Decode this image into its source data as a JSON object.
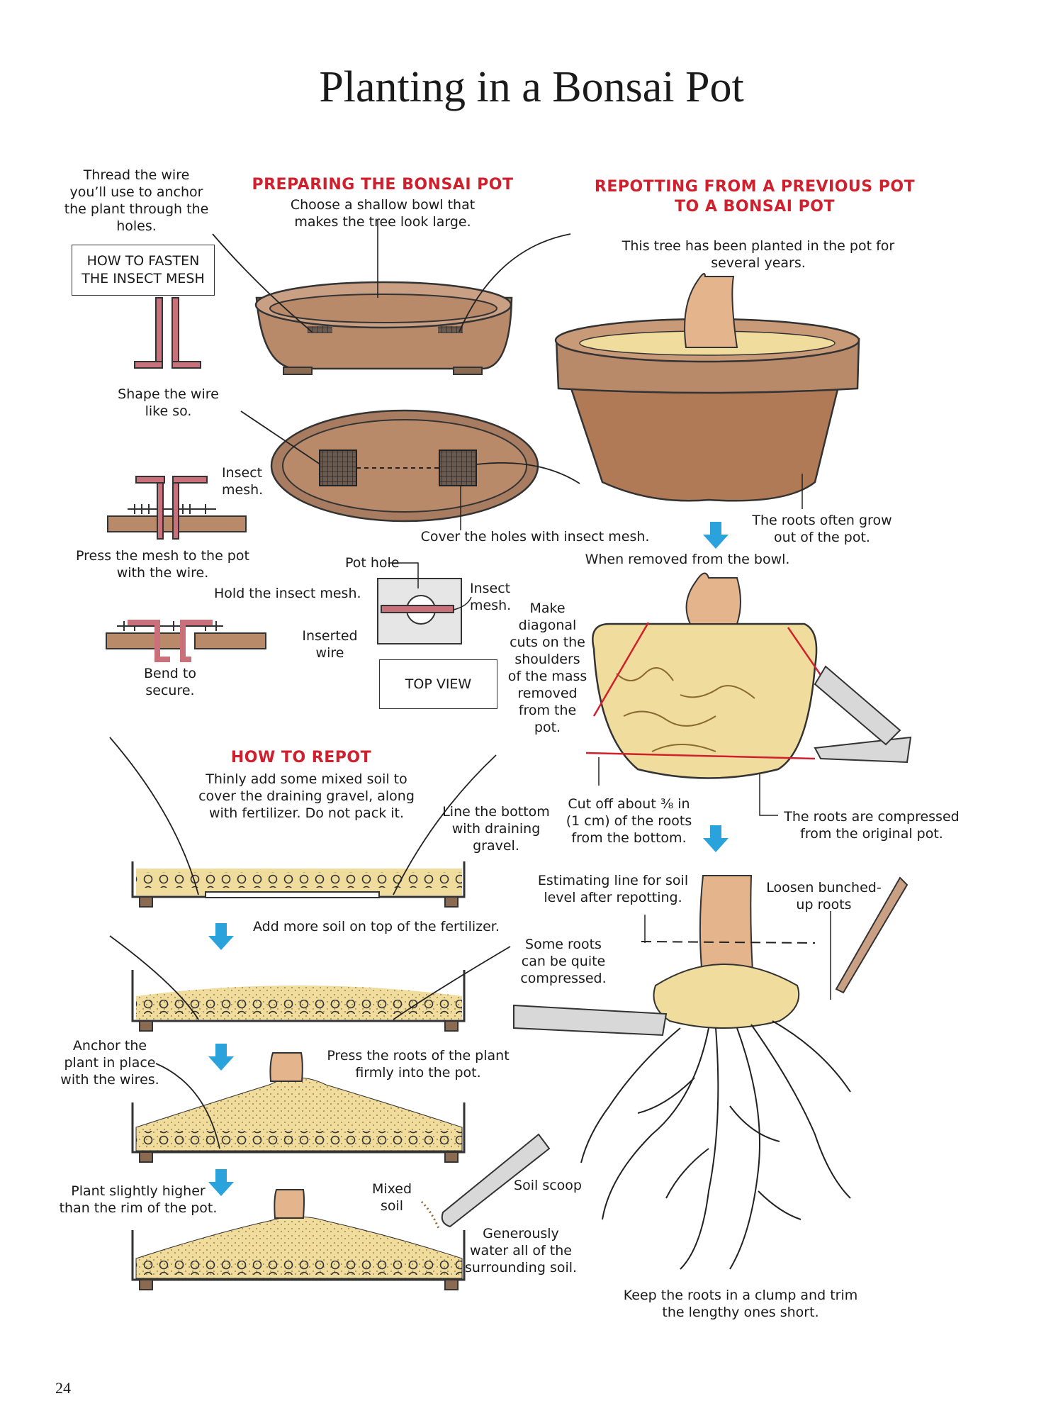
{
  "title": "Planting in a Bonsai Pot",
  "page_number": "24",
  "fasten": {
    "thread_text": "Thread the wire you’ll use to anchor the plant through the holes.",
    "box_label": "HOW TO FASTEN THE INSECT MESH",
    "shape_text": "Shape the wire like so.",
    "insect_mesh": "Insect mesh.",
    "press_text": "Press the mesh to the pot with the wire.",
    "hold_text": "Hold the insect mesh.",
    "bend_text": "Bend to secure."
  },
  "preparing": {
    "heading": "PREPARING THE BONSAI POT",
    "text": "Choose a shallow bowl that makes the tree look large.",
    "cover_text": "Cover the holes with insect mesh.",
    "pot_hole": "Pot hole",
    "insect_mesh": "Insect mesh.",
    "inserted_wire": "Inserted wire",
    "top_view": "TOP VIEW"
  },
  "repotting": {
    "heading": "REPOTTING FROM A PREVIOUS POT TO A BONSAI POT",
    "planted_text": "This tree has been planted in the pot for several years.",
    "roots_grow": "The roots often grow out of the pot.",
    "removed": "When removed from the bowl.",
    "diagonal": "Make diagonal cuts on the shoulders of the mass removed from the pot.",
    "cut_off": "Cut off about ⅜ in (1 cm) of the roots from the bottom.",
    "compressed": "The roots are compressed from the original pot.",
    "estimating": "Estimating line for soil level after repotting.",
    "loosen": "Loosen bunched-up roots",
    "some_roots": "Some roots can be quite compressed.",
    "keep": "Keep the roots in a clump and trim the lengthy ones short."
  },
  "repot": {
    "heading": "HOW TO REPOT",
    "thinly": "Thinly add some mixed soil to cover the draining gravel, along with fertilizer. Do not pack it.",
    "line_bottom": "Line the bottom with draining gravel.",
    "add_more": "Add more soil on top of the fertilizer.",
    "anchor": "Anchor the plant in place with the wires.",
    "press_roots": "Press the roots of the plant firmly into the pot.",
    "plant_higher": "Plant slightly higher than the rim of the pot.",
    "mixed_soil": "Mixed soil",
    "soil_scoop": "Soil scoop",
    "water": "Generously water all of the surrounding soil."
  },
  "colors": {
    "heading_red": "#d0202d",
    "pot_brown": "#b88a6a",
    "soil_yellow": "#f0dc9c",
    "arrow_blue": "#2aa3dc",
    "wire_red": "#c9707a"
  }
}
